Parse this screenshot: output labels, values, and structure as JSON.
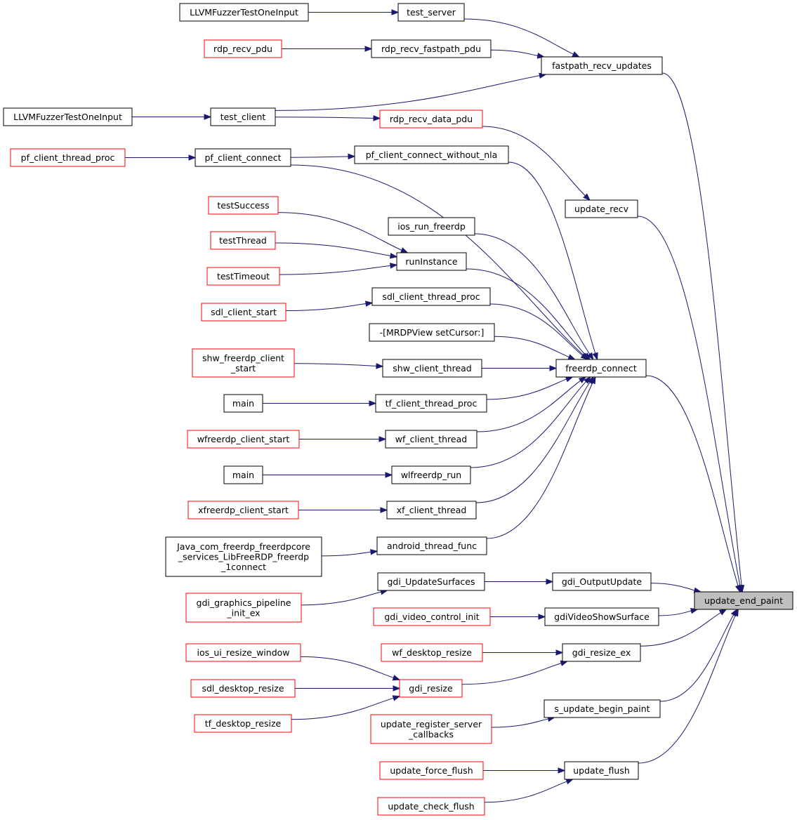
{
  "graph_title": "update_end_paint caller graph",
  "nodes": {
    "uep": {
      "lines": [
        "update_end_paint"
      ],
      "style": "focus"
    },
    "fru": {
      "lines": [
        "fastpath_recv_updates"
      ],
      "style": "black"
    },
    "ts": {
      "lines": [
        "test_server"
      ],
      "style": "black"
    },
    "lft1": {
      "lines": [
        "LLVMFuzzerTestOneInput"
      ],
      "style": "black"
    },
    "rrfp": {
      "lines": [
        "rdp_recv_fastpath_pdu"
      ],
      "style": "black"
    },
    "rrp": {
      "lines": [
        "rdp_recv_pdu"
      ],
      "style": "red"
    },
    "tc": {
      "lines": [
        "test_client"
      ],
      "style": "black"
    },
    "lft2": {
      "lines": [
        "LLVMFuzzerTestOneInput"
      ],
      "style": "black"
    },
    "rrdp": {
      "lines": [
        "rdp_recv_data_pdu"
      ],
      "style": "red"
    },
    "pcc": {
      "lines": [
        "pf_client_connect"
      ],
      "style": "black"
    },
    "pctp": {
      "lines": [
        "pf_client_thread_proc"
      ],
      "style": "red"
    },
    "pccwn": {
      "lines": [
        "pf_client_connect_without_nla"
      ],
      "style": "black"
    },
    "ur": {
      "lines": [
        "update_recv"
      ],
      "style": "black"
    },
    "fc": {
      "lines": [
        "freerdp_connect"
      ],
      "style": "black"
    },
    "tsu": {
      "lines": [
        "testSuccess"
      ],
      "style": "red"
    },
    "tth": {
      "lines": [
        "testThread"
      ],
      "style": "red"
    },
    "tto": {
      "lines": [
        "testTimeout"
      ],
      "style": "red"
    },
    "irf": {
      "lines": [
        "ios_run_freerdp"
      ],
      "style": "black"
    },
    "ri": {
      "lines": [
        "runInstance"
      ],
      "style": "black"
    },
    "sdlcs": {
      "lines": [
        "sdl_client_start"
      ],
      "style": "red"
    },
    "sdlctp": {
      "lines": [
        "sdl_client_thread_proc"
      ],
      "style": "black"
    },
    "mrdp": {
      "lines": [
        "-[MRDPView setCursor:]"
      ],
      "style": "black"
    },
    "shwfcs": {
      "lines": [
        "shw_freerdp_client",
        "_start"
      ],
      "style": "red"
    },
    "shwct": {
      "lines": [
        "shw_client_thread"
      ],
      "style": "black"
    },
    "main1": {
      "lines": [
        "main"
      ],
      "style": "black"
    },
    "tfctp": {
      "lines": [
        "tf_client_thread_proc"
      ],
      "style": "black"
    },
    "wfcs": {
      "lines": [
        "wfreerdp_client_start"
      ],
      "style": "red"
    },
    "wfct": {
      "lines": [
        "wf_client_thread"
      ],
      "style": "black"
    },
    "main2": {
      "lines": [
        "main"
      ],
      "style": "black"
    },
    "wlr": {
      "lines": [
        "wlfreerdp_run"
      ],
      "style": "black"
    },
    "xfcs": {
      "lines": [
        "xfreerdp_client_start"
      ],
      "style": "red"
    },
    "xfct": {
      "lines": [
        "xf_client_thread"
      ],
      "style": "black"
    },
    "java": {
      "lines": [
        "Java_com_freerdp_freerdpcore",
        "_services_LibFreeRDP_freerdp",
        "_1connect"
      ],
      "style": "black"
    },
    "atf": {
      "lines": [
        "android_thread_func"
      ],
      "style": "black"
    },
    "ggpi": {
      "lines": [
        "gdi_graphics_pipeline",
        "_init_ex"
      ],
      "style": "red"
    },
    "gus": {
      "lines": [
        "gdi_UpdateSurfaces"
      ],
      "style": "black"
    },
    "gou": {
      "lines": [
        "gdi_OutputUpdate"
      ],
      "style": "black"
    },
    "gvci": {
      "lines": [
        "gdi_video_control_init"
      ],
      "style": "red"
    },
    "gvss": {
      "lines": [
        "gdiVideoShowSurface"
      ],
      "style": "black"
    },
    "wfdr": {
      "lines": [
        "wf_desktop_resize"
      ],
      "style": "red"
    },
    "gre": {
      "lines": [
        "gdi_resize_ex"
      ],
      "style": "black"
    },
    "iurw": {
      "lines": [
        "ios_ui_resize_window"
      ],
      "style": "red"
    },
    "sdldr": {
      "lines": [
        "sdl_desktop_resize"
      ],
      "style": "red"
    },
    "tfdr": {
      "lines": [
        "tf_desktop_resize"
      ],
      "style": "red"
    },
    "gr": {
      "lines": [
        "gdi_resize"
      ],
      "style": "red"
    },
    "urs": {
      "lines": [
        "update_register_server",
        "_callbacks"
      ],
      "style": "red"
    },
    "sub": {
      "lines": [
        "s_update_begin_paint"
      ],
      "style": "black"
    },
    "uff": {
      "lines": [
        "update_force_flush"
      ],
      "style": "red"
    },
    "uf": {
      "lines": [
        "update_flush"
      ],
      "style": "black"
    },
    "ucf": {
      "lines": [
        "update_check_flush"
      ],
      "style": "red"
    }
  },
  "edges": [
    [
      "fru",
      "uep"
    ],
    [
      "ts",
      "fru"
    ],
    [
      "lft1",
      "ts"
    ],
    [
      "rrfp",
      "fru"
    ],
    [
      "rrp",
      "rrfp"
    ],
    [
      "tc",
      "fru"
    ],
    [
      "lft2",
      "tc"
    ],
    [
      "tc",
      "rrdp"
    ],
    [
      "rrdp",
      "ur"
    ],
    [
      "ur",
      "uep"
    ],
    [
      "pcc",
      "pccwn"
    ],
    [
      "pctp",
      "pcc"
    ],
    [
      "pcc",
      "fc"
    ],
    [
      "pccwn",
      "fc"
    ],
    [
      "fc",
      "uep"
    ],
    [
      "tsu",
      "ri"
    ],
    [
      "tth",
      "ri"
    ],
    [
      "tto",
      "ri"
    ],
    [
      "irf",
      "fc"
    ],
    [
      "ri",
      "fc"
    ],
    [
      "sdlcs",
      "sdlctp"
    ],
    [
      "sdlctp",
      "fc"
    ],
    [
      "mrdp",
      "fc"
    ],
    [
      "shwfcs",
      "shwct"
    ],
    [
      "shwct",
      "fc"
    ],
    [
      "main1",
      "tfctp"
    ],
    [
      "tfctp",
      "fc"
    ],
    [
      "wfcs",
      "wfct"
    ],
    [
      "wfct",
      "fc"
    ],
    [
      "main2",
      "wlr"
    ],
    [
      "wlr",
      "fc"
    ],
    [
      "xfcs",
      "xfct"
    ],
    [
      "xfct",
      "fc"
    ],
    [
      "java",
      "atf"
    ],
    [
      "atf",
      "fc"
    ],
    [
      "ggpi",
      "gus"
    ],
    [
      "gus",
      "gou"
    ],
    [
      "gou",
      "uep"
    ],
    [
      "gvci",
      "gvss"
    ],
    [
      "gvss",
      "uep"
    ],
    [
      "wfdr",
      "gre"
    ],
    [
      "gre",
      "uep"
    ],
    [
      "iurw",
      "gr"
    ],
    [
      "sdldr",
      "gr"
    ],
    [
      "tfdr",
      "gr"
    ],
    [
      "gr",
      "gre"
    ],
    [
      "urs",
      "sub"
    ],
    [
      "sub",
      "uep"
    ],
    [
      "uff",
      "uf"
    ],
    [
      "ucf",
      "uf"
    ],
    [
      "uf",
      "uep"
    ]
  ]
}
